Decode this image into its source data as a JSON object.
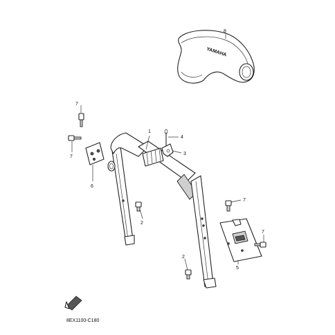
{
  "callouts": [
    {
      "id": "c8",
      "text": "8"
    },
    {
      "id": "c7a",
      "text": "7"
    },
    {
      "id": "c7b",
      "text": "7"
    },
    {
      "id": "c1",
      "text": "1"
    },
    {
      "id": "c4",
      "text": "4"
    },
    {
      "id": "c3",
      "text": "3"
    },
    {
      "id": "c6",
      "text": "6"
    },
    {
      "id": "c2a",
      "text": "2"
    },
    {
      "id": "c7c",
      "text": "7"
    },
    {
      "id": "c7d",
      "text": "7"
    },
    {
      "id": "c5",
      "text": "5"
    },
    {
      "id": "c2b",
      "text": "2"
    }
  ],
  "seat_logo": "YAMAHA",
  "diagram_code": "8EX1100-C180",
  "colors": {
    "line": "#222222",
    "background": "#ffffff"
  }
}
